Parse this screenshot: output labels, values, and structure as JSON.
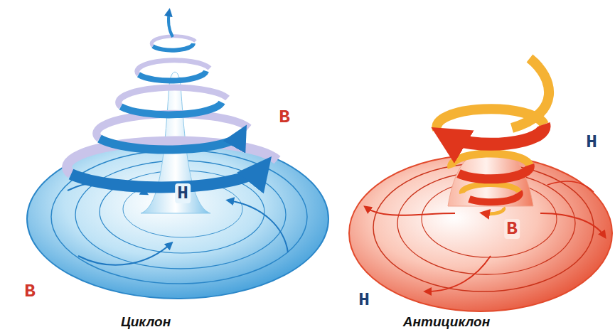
{
  "diagram": {
    "labels": [
      "В",
      "Н",
      "В",
      "Циклон",
      "Н",
      "В",
      "Н",
      "Антициклон"
    ]
  }
}
